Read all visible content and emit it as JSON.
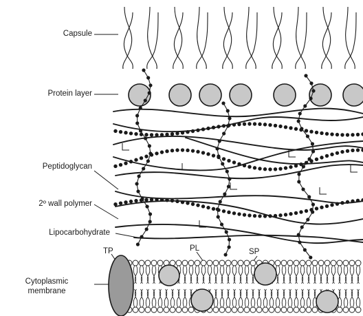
{
  "labels": {
    "capsule": "Capsule",
    "protein_layer": "Protein layer",
    "peptidoglycan": "Peptidoglycan",
    "wall_polymer": "2º wall polymer",
    "lipocarbohydrate": "Lipocarbohydrate",
    "cytoplasmic_line1": "Cytoplasmic",
    "cytoplasmic_line2": "membrane",
    "tp": "TP",
    "pl": "PL",
    "sp": "SP"
  },
  "colors": {
    "line": "#1a1a1a",
    "protein_fill": "#c8c8c8",
    "tp_fill": "#9a9a9a"
  }
}
